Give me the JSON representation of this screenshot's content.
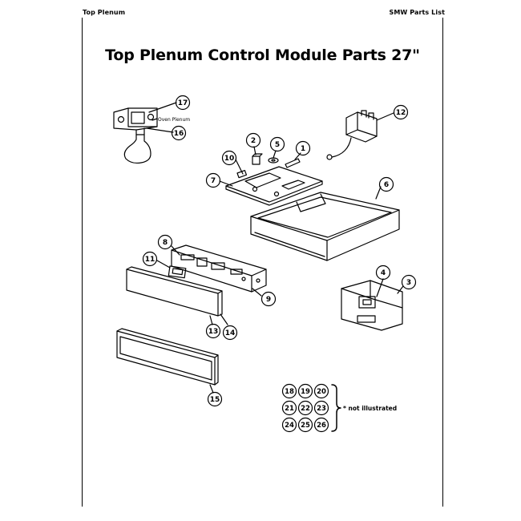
{
  "header": {
    "left": "Top Plenum",
    "right": "SMW Parts List"
  },
  "title": "Top Plenum Control Module Parts 27\"",
  "labels": {
    "oven_plenum": "Oven Plenum",
    "not_illustrated": "* not illustrated"
  },
  "callouts": [
    "1",
    "2",
    "3",
    "4",
    "5",
    "6",
    "7",
    "8",
    "9",
    "10",
    "11",
    "12",
    "13",
    "14",
    "15",
    "16",
    "17"
  ],
  "not_illustrated_parts": [
    "18",
    "19",
    "20",
    "21",
    "22",
    "23",
    "24",
    "25",
    "26"
  ]
}
